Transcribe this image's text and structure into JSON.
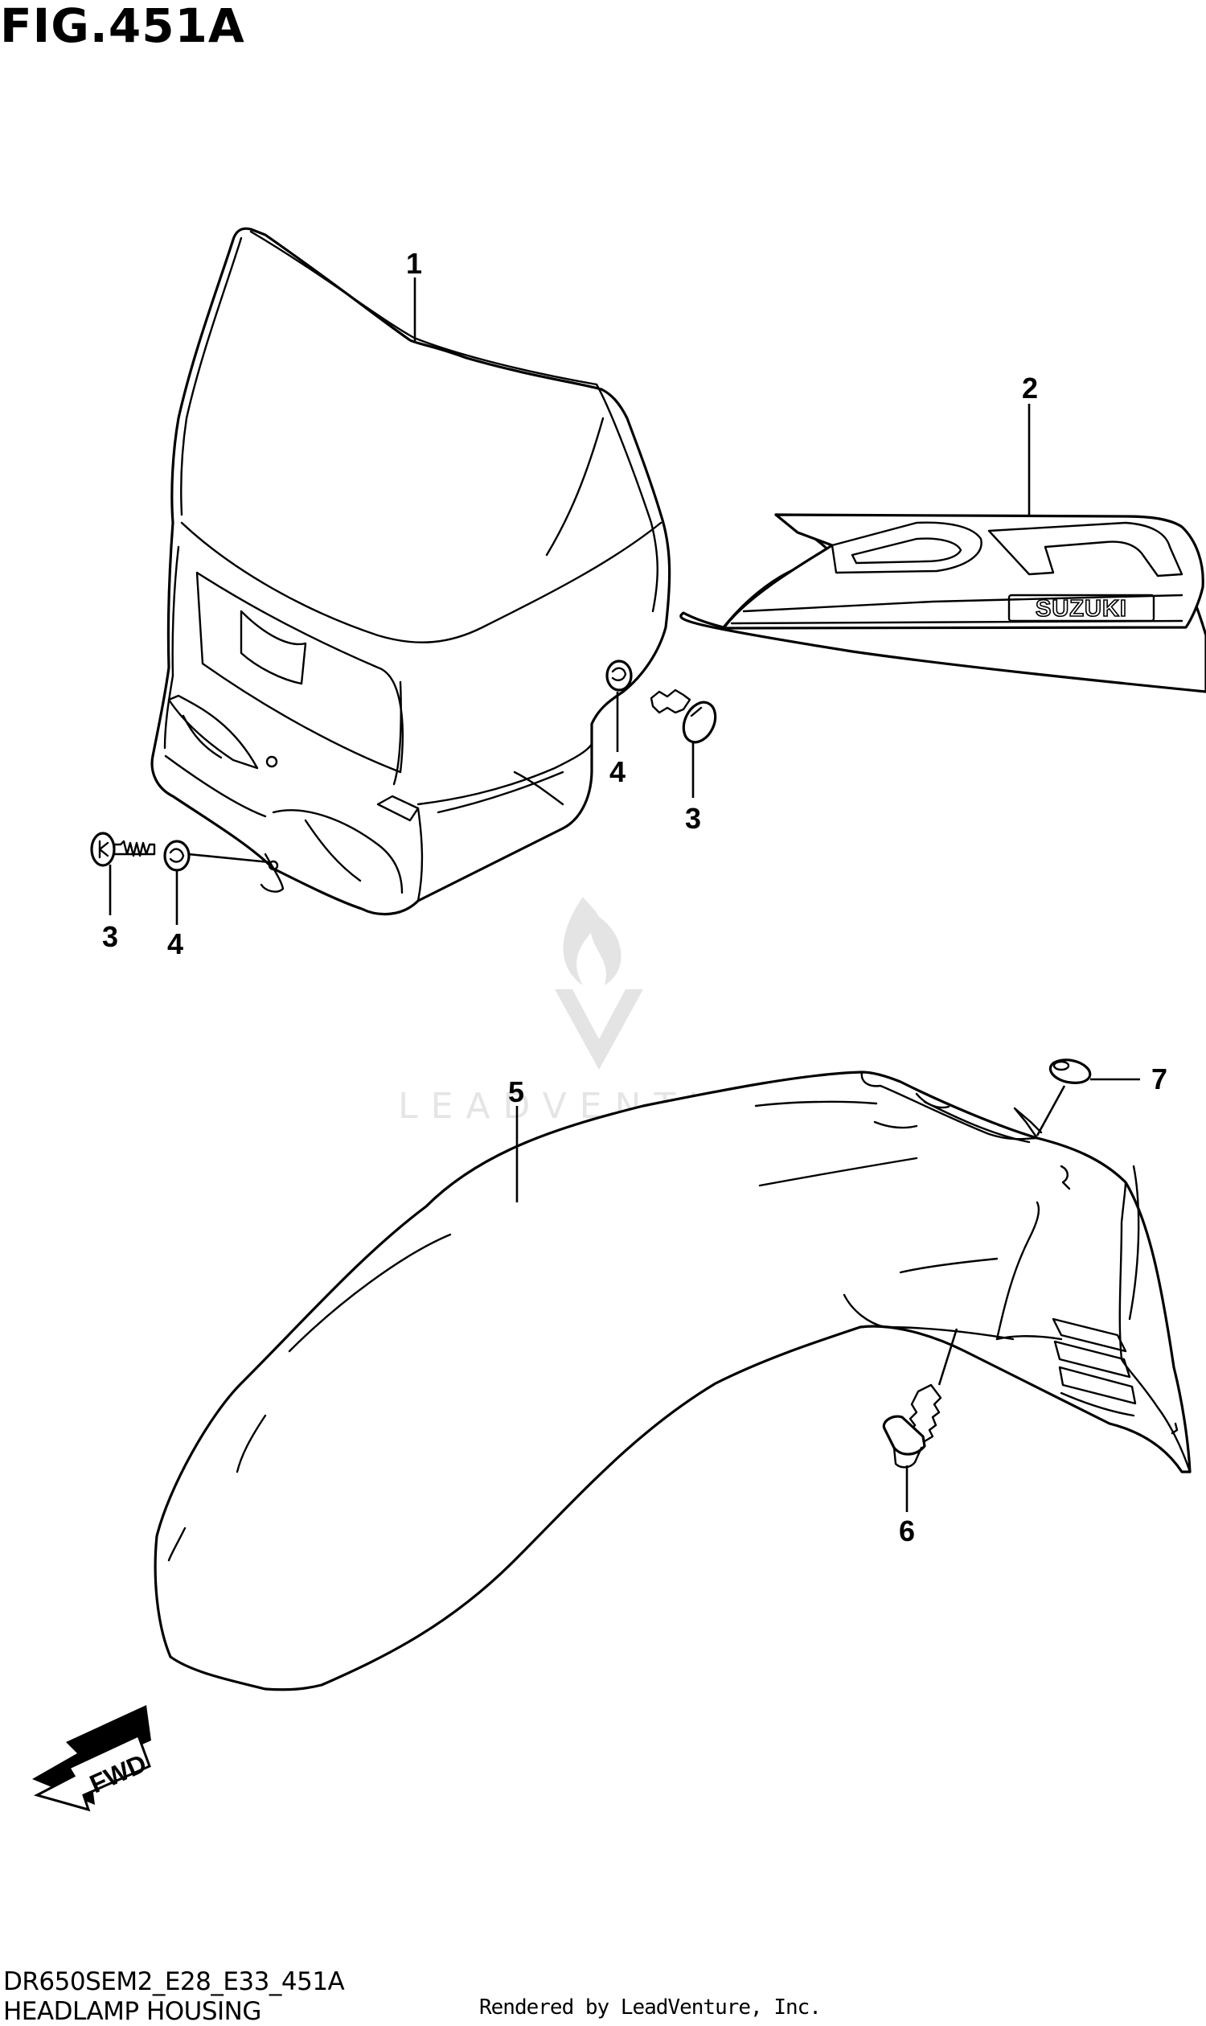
{
  "figure": {
    "title": "FIG.451A",
    "drawing_code": "DR650SEM2_E28_E33_451A",
    "name": "HEADLAMP HOUSING",
    "credit": "Rendered by LeadVenture, Inc."
  },
  "watermark": {
    "text": "LEADVENTURE",
    "icon": "flame-v-logo-icon"
  },
  "decal": {
    "emblem_text": "SUZUKI",
    "logo_letters": "DR"
  },
  "fwd_arrow": {
    "label": "FWD",
    "icon": "forward-arrow-icon"
  },
  "callouts": [
    {
      "id": "callout-1",
      "number": "1"
    },
    {
      "id": "callout-2",
      "number": "2"
    },
    {
      "id": "callout-3-right",
      "number": "3"
    },
    {
      "id": "callout-4-right",
      "number": "4"
    },
    {
      "id": "callout-3-left",
      "number": "3"
    },
    {
      "id": "callout-4-left",
      "number": "4"
    },
    {
      "id": "callout-5",
      "number": "5"
    },
    {
      "id": "callout-6",
      "number": "6"
    },
    {
      "id": "callout-7",
      "number": "7"
    }
  ],
  "colors": {
    "line": "#000000",
    "background": "#ffffff",
    "watermark": "#d9d9d9"
  }
}
